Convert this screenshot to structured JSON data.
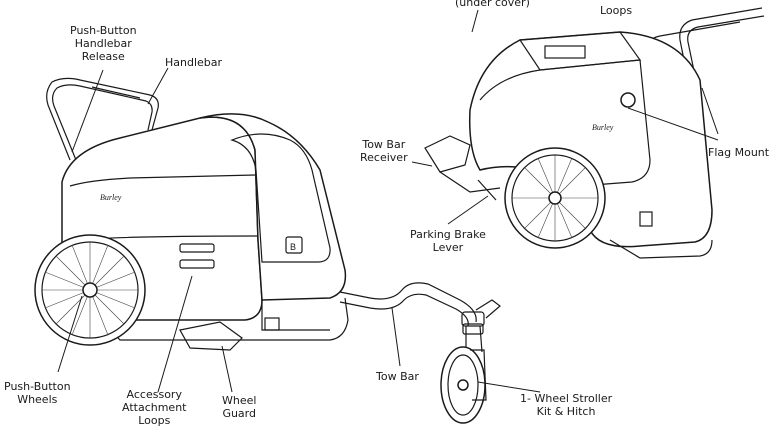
{
  "labels": {
    "under_cover": "(under cover)",
    "attachment_loops_top": "Loops",
    "push_button_handlebar_release": [
      "Push-Button",
      "Handlebar",
      "Release"
    ],
    "handlebar": "Handlebar",
    "tow_bar_receiver": [
      "Tow Bar",
      "Receiver"
    ],
    "flag_mount": "Flag Mount",
    "parking_brake_lever": [
      "Parking Brake",
      "Lever"
    ],
    "push_button_wheels": [
      "Push-Button",
      "Wheels"
    ],
    "accessory_attachment_loops": [
      "Accessory",
      "Attachment",
      "Loops"
    ],
    "wheel_guard": [
      "Wheel",
      "Guard"
    ],
    "tow_bar": "Tow Bar",
    "stroller_kit": [
      "1- Wheel Stroller",
      "Kit & Hitch"
    ]
  },
  "brand": {
    "logo_text_left": "Burley",
    "logo_text_right": "Burley",
    "badge": "B"
  }
}
